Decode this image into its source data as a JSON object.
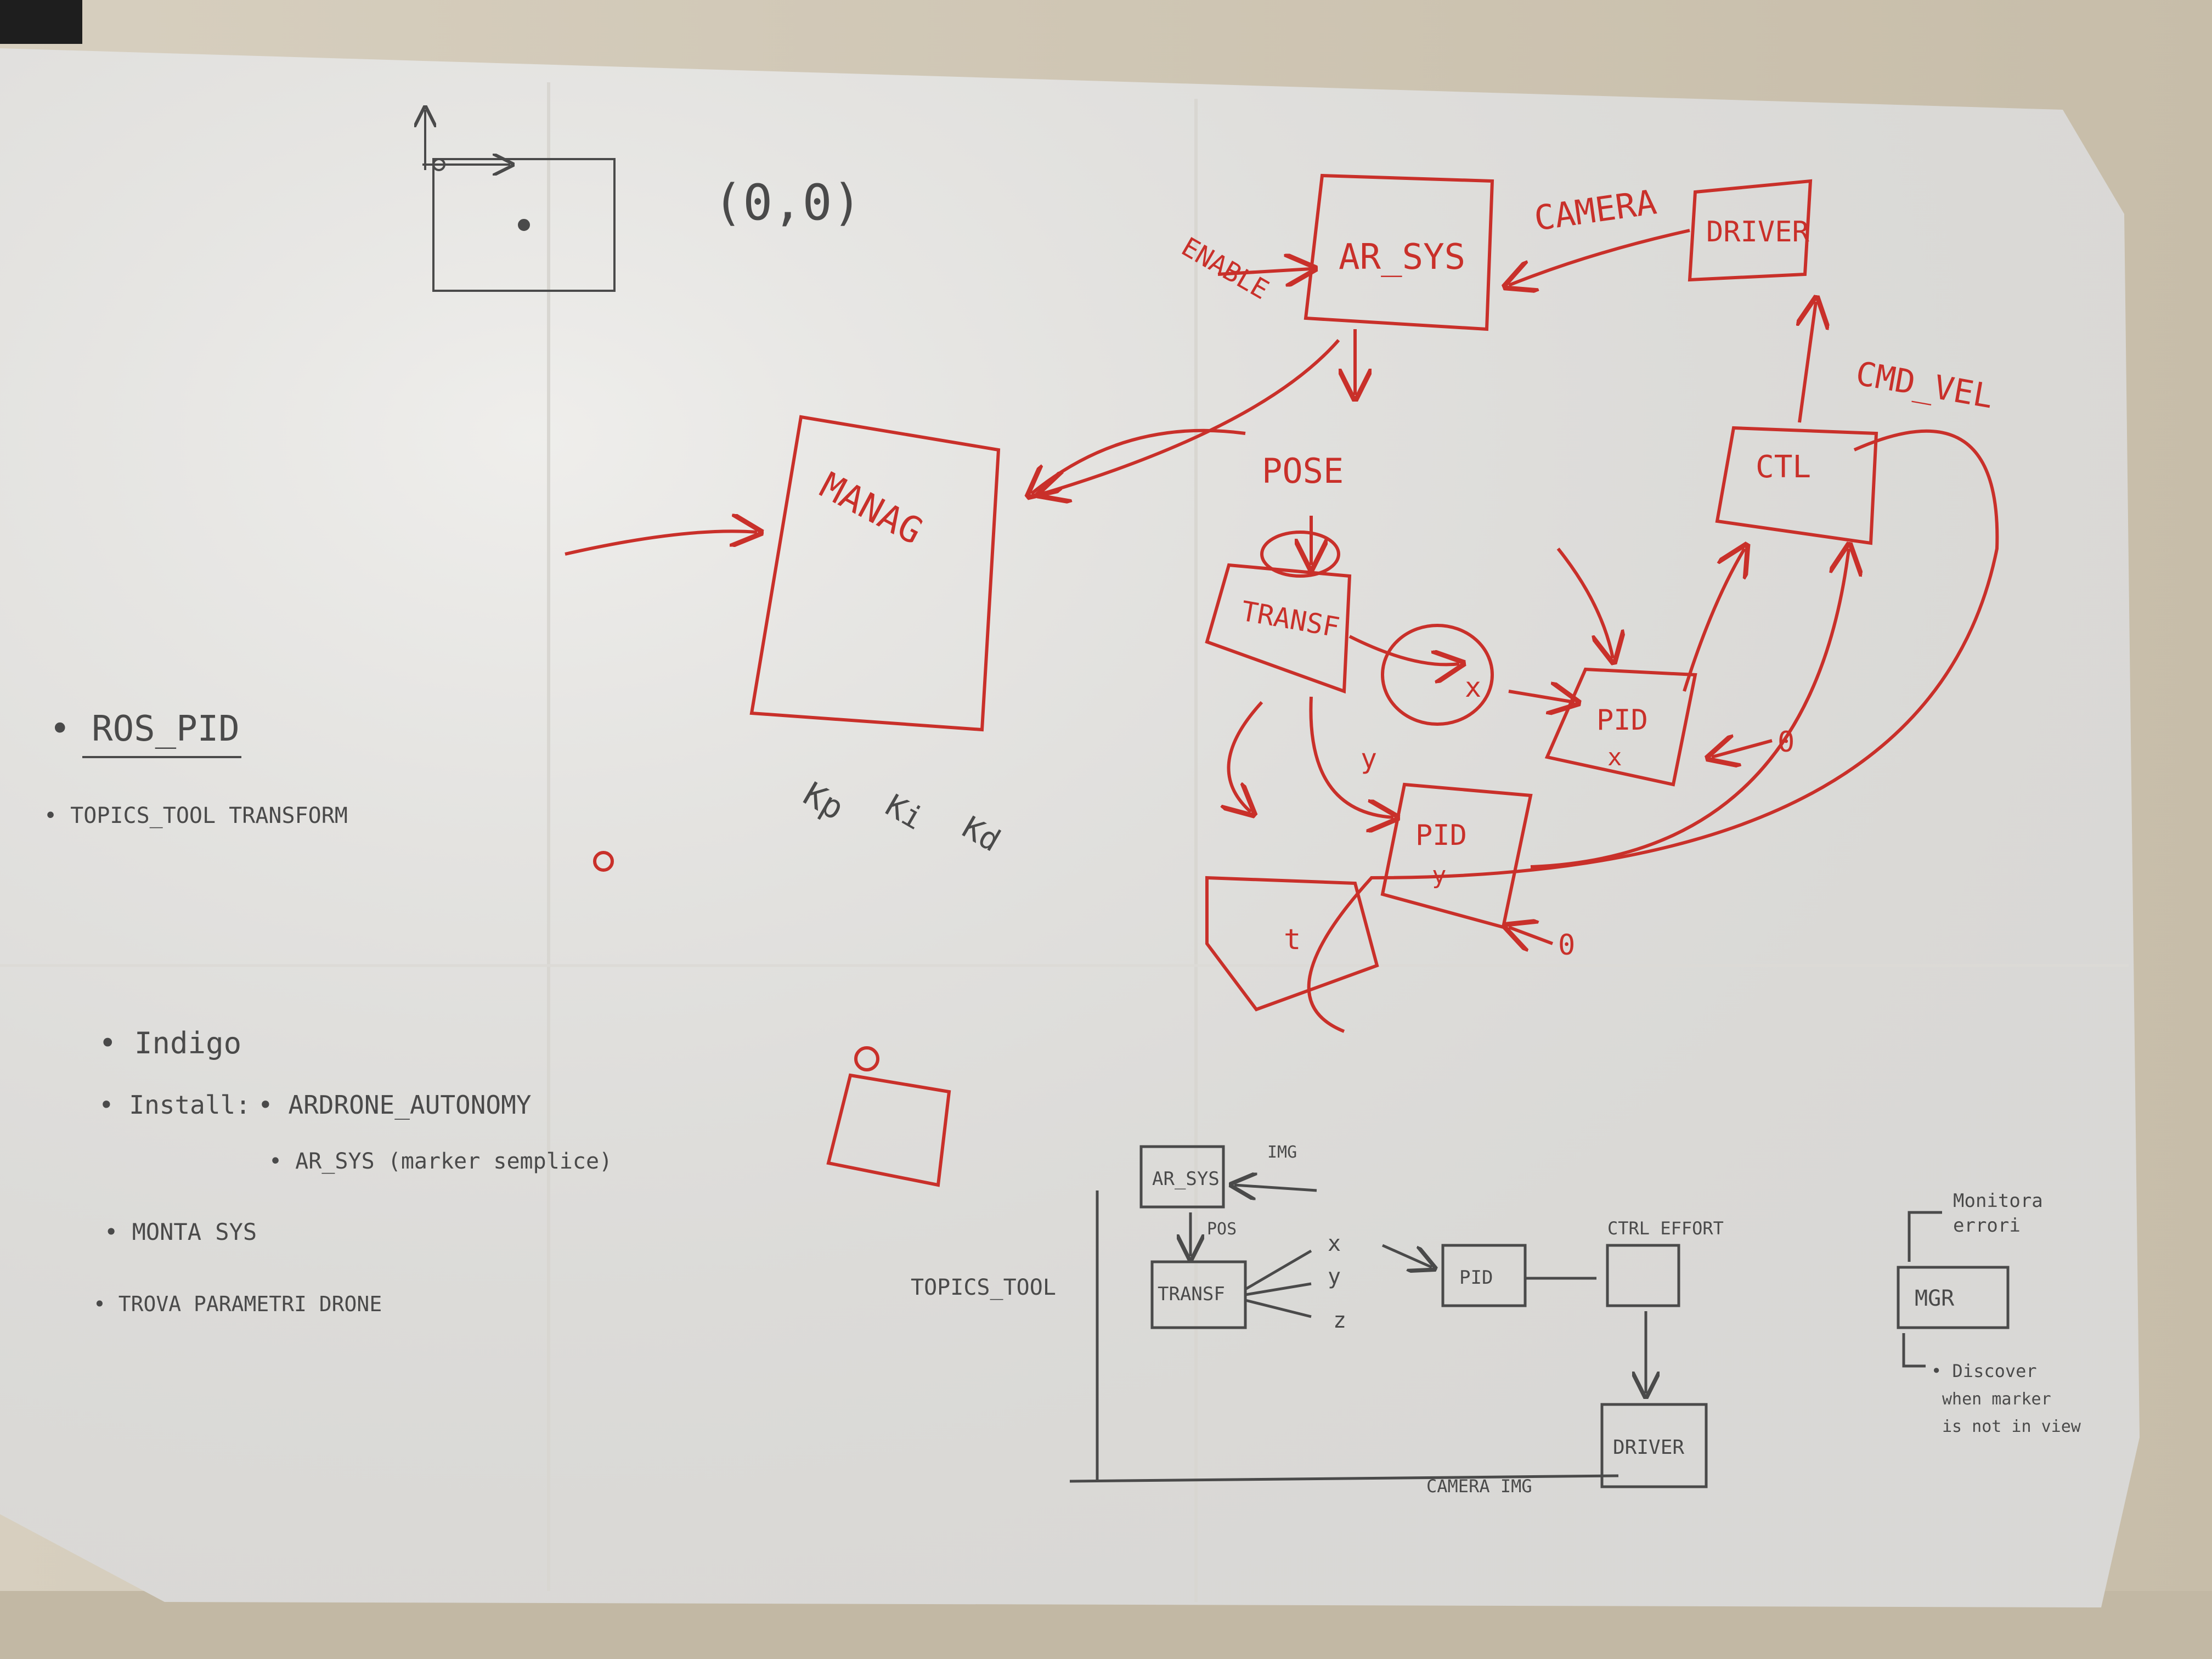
{
  "colors": {
    "paper": "#ecebe8",
    "table": "#cfc6b4",
    "red_ink": "#c9302a",
    "pencil": "#4a4a4a"
  },
  "axis_sketch": {
    "origin_label": "(0,0)"
  },
  "red_diagram": {
    "camera_label": "CAMERA",
    "driver_label": "DRIVER",
    "ar_sys_label": "AR_SYS",
    "enable_label": "ENABLE",
    "cmd_vel_label": "CMD_VEL",
    "ctl_label": "CTL",
    "manag_label": "MANAG",
    "pose_label": "POSE",
    "transf_label": "TRANSF",
    "pid_x_label": "PID",
    "pid_x_sub": "x",
    "pid_y_label": "PID",
    "pid_y_sub": "y",
    "x_label": "x",
    "y_label": "y",
    "zero_1": "0",
    "zero_2": "0",
    "kp_label": "Kp",
    "ki_label": "Ki",
    "kd_label": "Kd",
    "t_label": "t"
  },
  "notes": {
    "item_1": "• ROS_PID",
    "item_2": "• TOPICS_TOOL TRANSFORM",
    "item_3": "• Indigo",
    "item_4_prefix": "• Install:",
    "item_4a": "• ARDRONE_AUTONOMY",
    "item_4b": "• AR_SYS (marker semplice)",
    "item_5": "• MONTA SYS",
    "item_6": "• TROVA PARAMETRI DRONE"
  },
  "pencil_diagram": {
    "ar_sys_label": "AR_SYS",
    "img_label": "IMG",
    "pos_label": "POS",
    "transf_label": "TRANSF",
    "topics_tool_label": "TOPICS_TOOL",
    "x_label": "x",
    "y_label": "y",
    "z_label": "z",
    "pid_label": "PID",
    "ctrl_effort_label": "CTRL EFFORT",
    "driver_label": "DRIVER",
    "camera_img_label": "CAMERA IMG",
    "mgr_label": "MGR",
    "monitor_label": "Monitora",
    "monitor_label_2": "errori",
    "discover_label": "• Discover",
    "discover_label_2": "when marker",
    "discover_label_3": "is not in view"
  }
}
